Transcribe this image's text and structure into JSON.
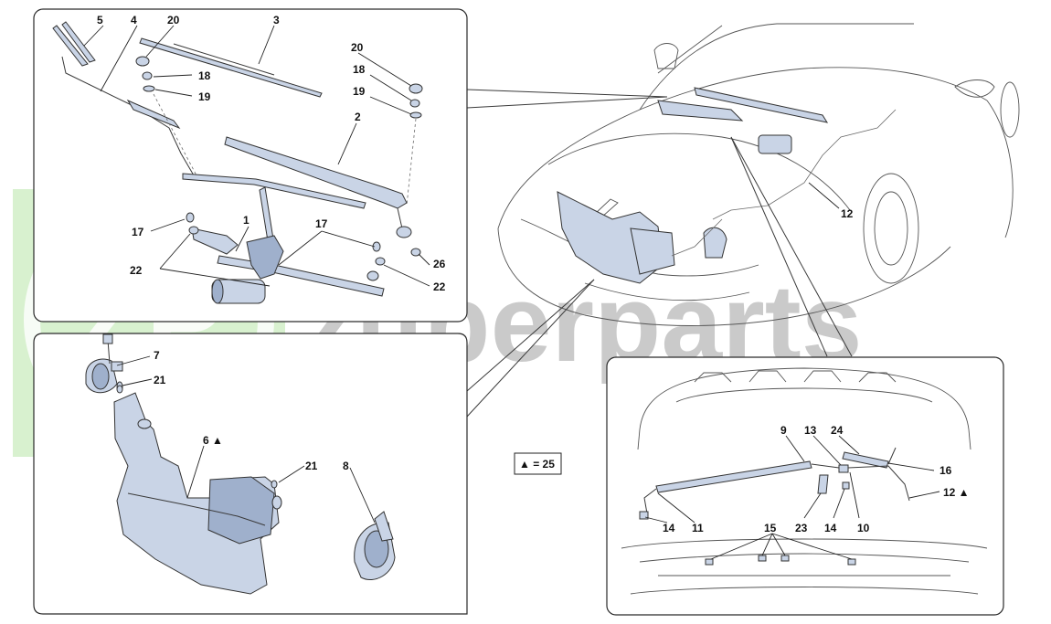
{
  "callouts": {
    "c1": "1",
    "c2": "2",
    "c3": "3",
    "c4": "4",
    "c5": "5",
    "c6": "6 ▲",
    "c7": "7",
    "c8": "8",
    "c9": "9",
    "c10": "10",
    "c11": "11",
    "c12a": "12",
    "c12b": "12 ▲",
    "c13": "13",
    "c14a": "14",
    "c14b": "14",
    "c15": "15",
    "c16": "16",
    "c17a": "17",
    "c17b": "17",
    "c18a": "18",
    "c18b": "18",
    "c19a": "19",
    "c19b": "19",
    "c20a": "20",
    "c20b": "20",
    "c21a": "21",
    "c21b": "21",
    "c22a": "22",
    "c22b": "22",
    "c23": "23",
    "c24": "24",
    "c26": "26"
  },
  "legend": {
    "text": "▲ = 25"
  },
  "watermark": {
    "text": "zuperparts",
    "logo_text": "ZP"
  },
  "colors": {
    "part_fill": "#c9d4e6",
    "watermark_green": "#b8e6a8",
    "watermark_grey": "#8c8c8c"
  }
}
